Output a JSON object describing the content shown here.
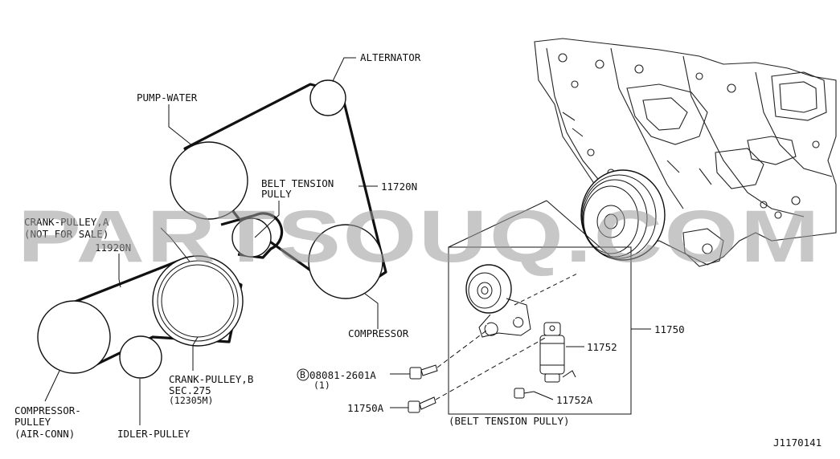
{
  "labels": {
    "alternator": "ALTERNATOR",
    "pump_water": "PUMP-WATER",
    "belt_tension_1": "BELT TENSION",
    "belt_tension_2": "PULLY",
    "belt_11720n": "11720N",
    "crank_a_1": "CRANK-PULLEY,A",
    "crank_a_2": "(NOT FOR SALE)",
    "belt_11920n": "11920N",
    "compressor": "COMPRESSOR",
    "crank_b_1": "CRANK-PULLEY,B",
    "crank_b_2": "SEC.275",
    "crank_b_3": "(12305M)",
    "comp_pulley_1": "COMPRESSOR-",
    "comp_pulley_2": "PULLEY",
    "comp_pulley_3": "(AIR-CONN)",
    "idler_pulley": "IDLER-PULLEY",
    "bolt_marker": "B",
    "bolt_code": "08081-2601A",
    "bolt_qty": "(1)",
    "bolt_11750a": "11750A",
    "assy_11750": "11750",
    "tensioner_11752": "11752",
    "bolt_11752a": "11752A",
    "assy_caption": "(BELT TENSION PULLY)",
    "diagram_id": "J1170141"
  },
  "watermark": "PARTSOUQ.COM",
  "colors": {
    "ink": "#111111",
    "watermark": "#9a9a9a",
    "background": "#ffffff"
  }
}
